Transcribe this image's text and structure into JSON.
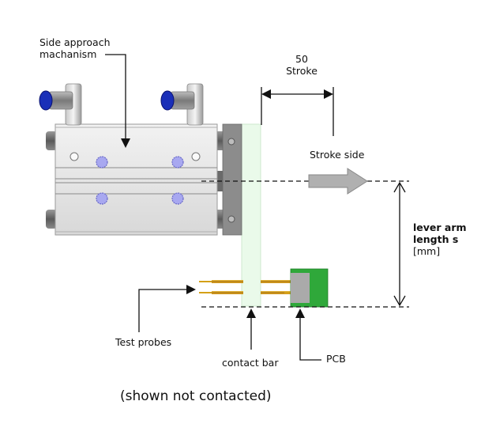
{
  "diagram": {
    "labels": {
      "mechanism_line1": "Side approach",
      "mechanism_line2": "machanism",
      "stroke_value": "50",
      "stroke_label": "Stroke",
      "stroke_side": "Stroke side",
      "lever_line1": "lever arm",
      "lever_line2": "length s",
      "lever_line3": "[mm]",
      "test_probes": "Test probes",
      "contact_bar": "contact bar",
      "pcb": "PCB",
      "caption": "(shown not contacted)"
    },
    "colors": {
      "cylinder_body": "#e6e6e6",
      "plate": "#8c8c8c",
      "contact_bar": "#eafaea",
      "fitting_blue": "#1a2fb8",
      "screw": "#a8a8f0",
      "pcb_green": "#2fa83a",
      "pcb_chip": "#aaaaaa",
      "probe_gold": "#d4a017",
      "arrow_gray": "#b0b0b0"
    }
  }
}
